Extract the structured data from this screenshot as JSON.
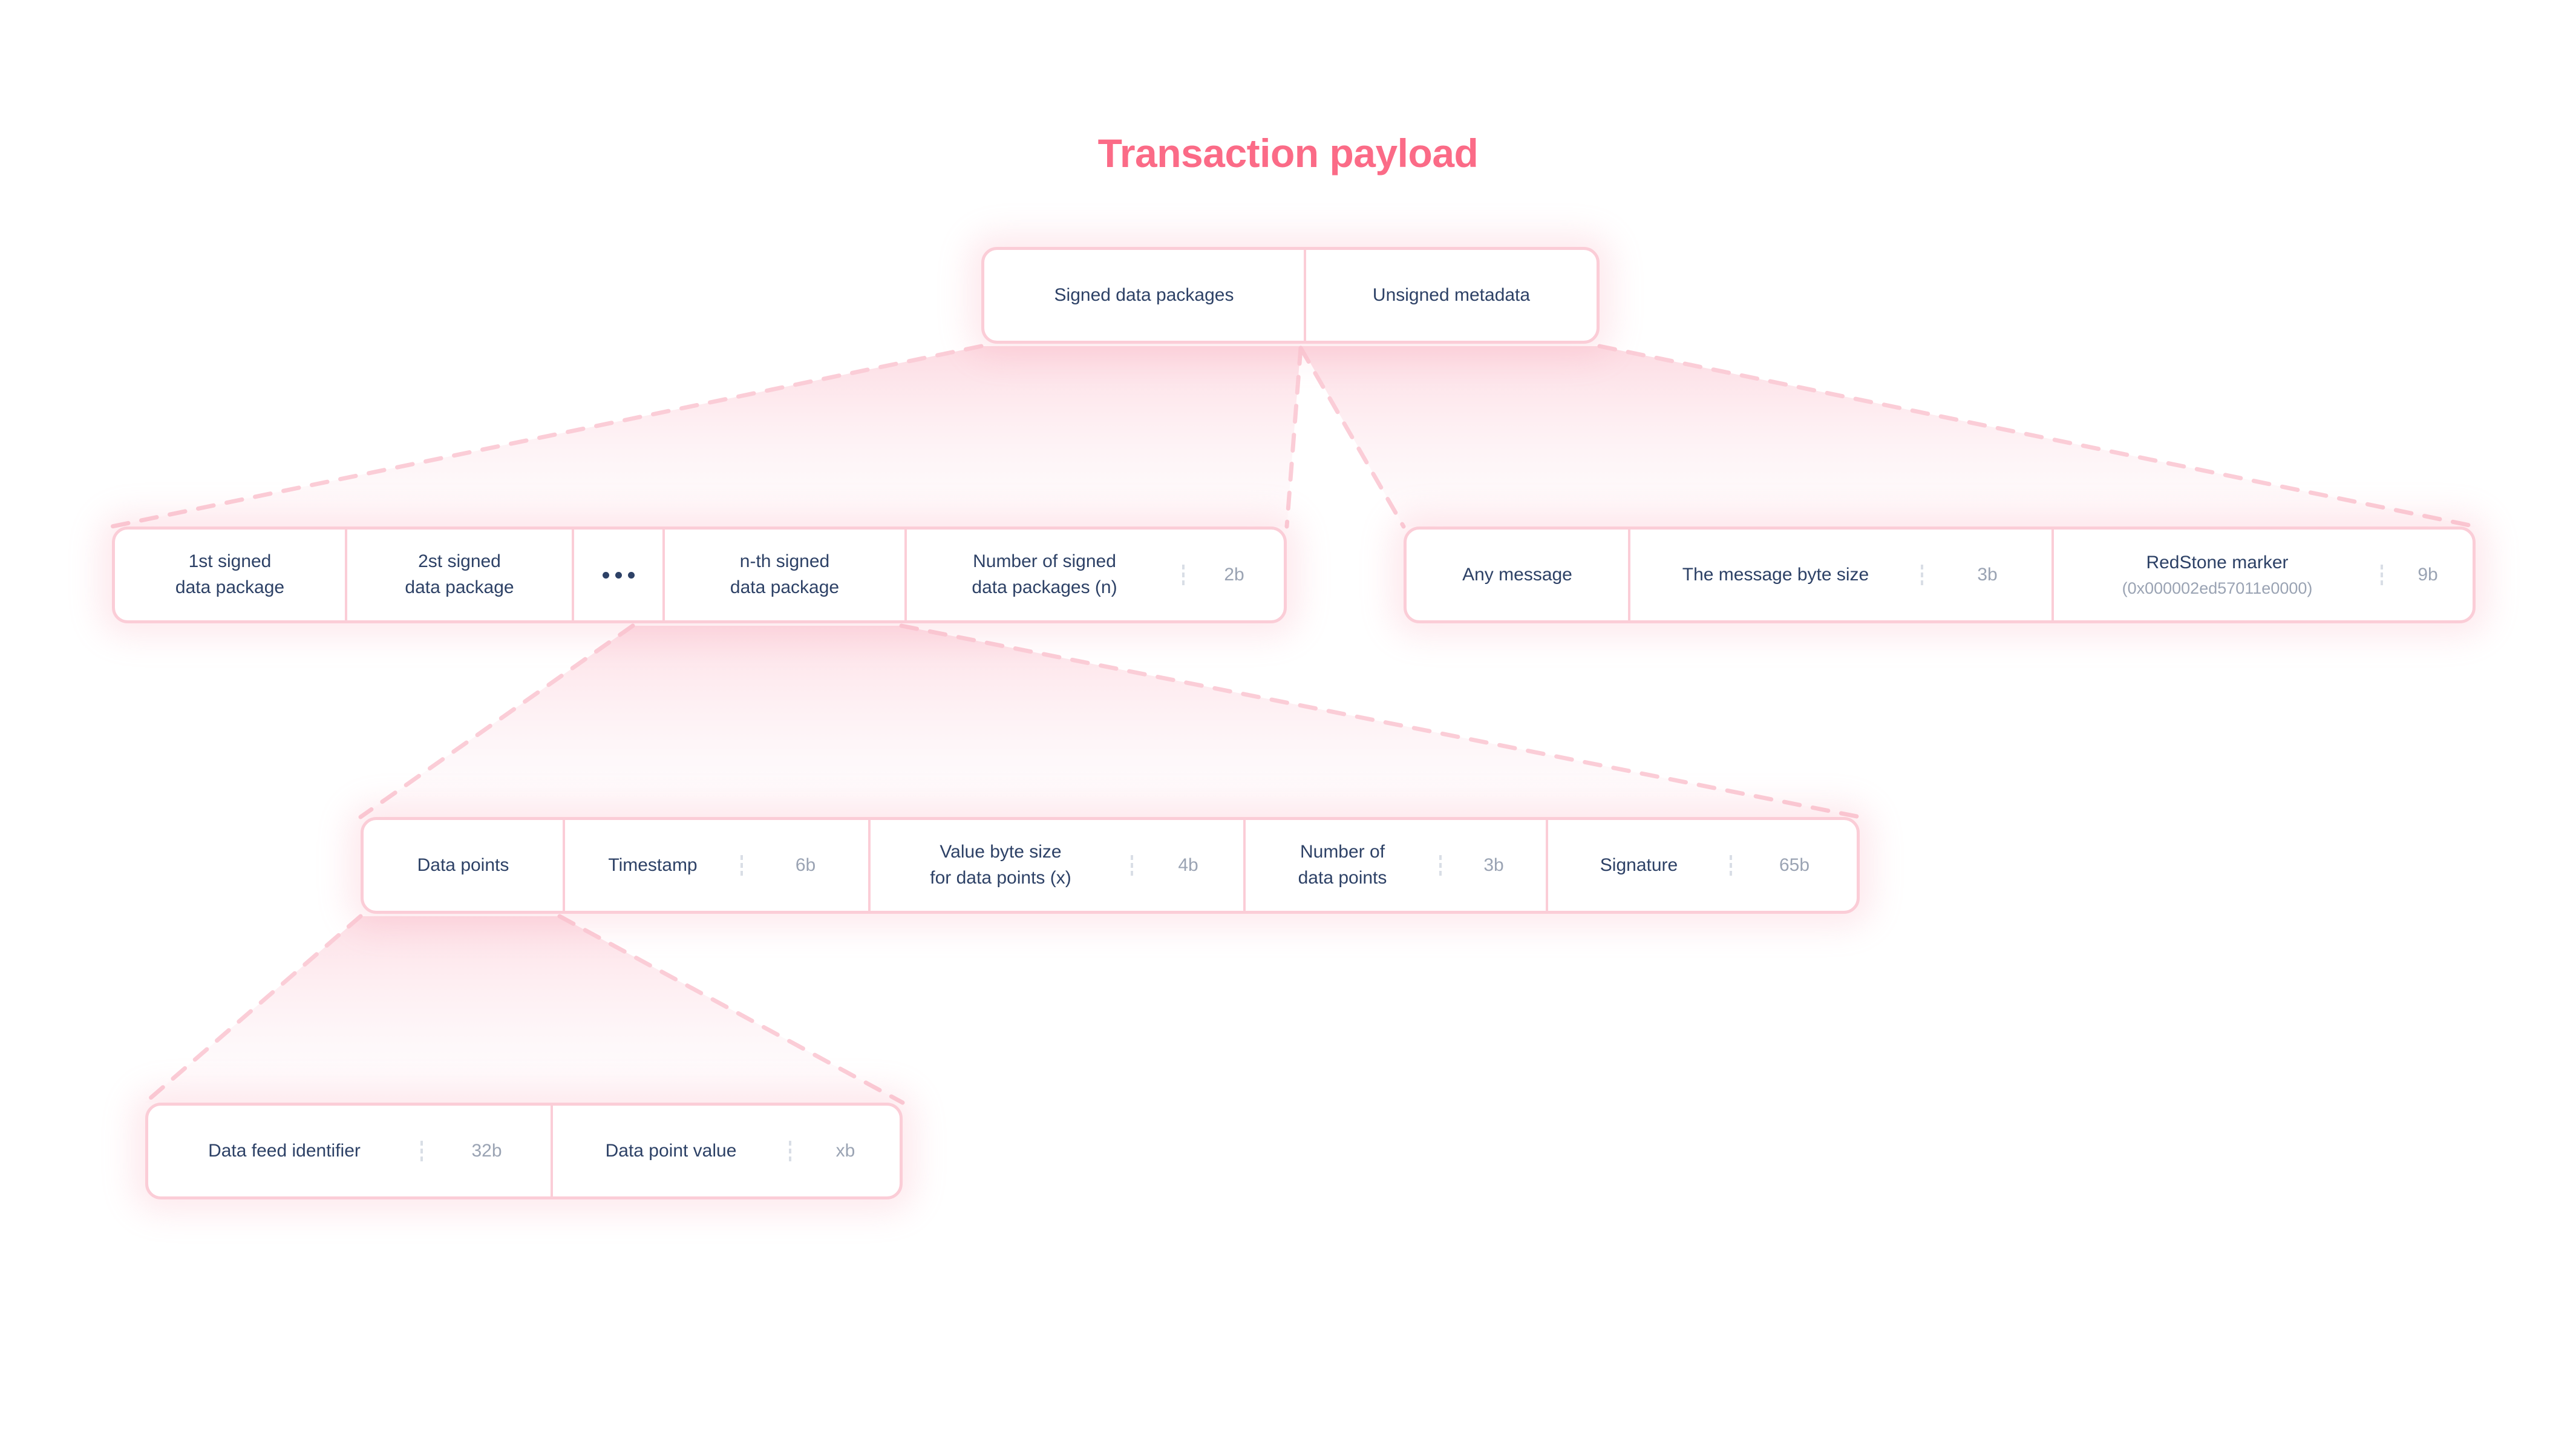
{
  "diagram": {
    "title": "Transaction payload",
    "title_color": "#fb6b87",
    "label_color": "#2d4166",
    "size_color": "#9aa3b3",
    "border_color": "#fbcdd7",
    "connector_color": "#fbcdd7",
    "background": "#ffffff"
  },
  "levels": {
    "payload": {
      "fields": [
        {
          "label": "Signed data packages"
        },
        {
          "label": "Unsigned metadata"
        }
      ]
    },
    "signed_data_packages": {
      "fields": [
        {
          "label": "1st signed\ndata package",
          "line1": "1st signed",
          "line2": "data package"
        },
        {
          "label": "2st signed\ndata package",
          "line1": "2st signed",
          "line2": "data package"
        },
        {
          "label": "ellipsis",
          "icon": "ellipsis-icon"
        },
        {
          "label": "n-th signed\ndata package",
          "line1": "n-th signed",
          "line2": "data package"
        },
        {
          "label": "Number of signed\ndata packages (n)",
          "line1": "Number of signed",
          "line2": "data packages (n)",
          "size": "2b"
        }
      ]
    },
    "unsigned_metadata": {
      "fields": [
        {
          "label": "Any message"
        },
        {
          "label": "The message byte size",
          "size": "3b"
        },
        {
          "label": "RedStone marker",
          "sub": "(0x000002ed57011e0000)",
          "size": "9b"
        }
      ]
    },
    "signed_data_package": {
      "fields": [
        {
          "label": "Data points"
        },
        {
          "label": "Timestamp",
          "size": "6b"
        },
        {
          "label": "Value byte size\nfor data points (x)",
          "line1": "Value byte size",
          "line2": "for data points (x)",
          "size": "4b"
        },
        {
          "label": "Number of\ndata points",
          "line1": "Number of",
          "line2": "data points",
          "size": "3b"
        },
        {
          "label": "Signature",
          "size": "65b"
        }
      ]
    },
    "data_point": {
      "fields": [
        {
          "label": "Data feed identifier",
          "size": "32b"
        },
        {
          "label": "Data point value",
          "size": "xb"
        }
      ]
    }
  }
}
